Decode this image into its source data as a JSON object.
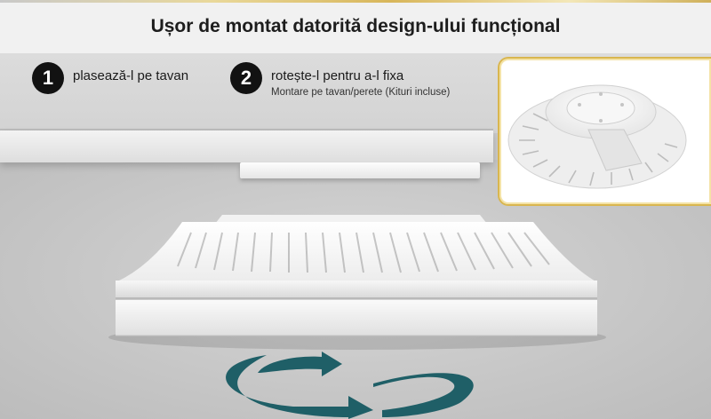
{
  "title": "Ușor de montat datorită design-ului funcțional",
  "steps": [
    {
      "number": "1",
      "label": "plasează-l pe tavan",
      "sub": ""
    },
    {
      "number": "2",
      "label": "rotește-l pentru a-l fixa",
      "sub": "Montare pe tavan/perete (Kituri incluse)"
    }
  ],
  "colors": {
    "accent_gold": "#d9b64f",
    "arrow_teal": "#1f5f67",
    "badge_black": "#121212"
  },
  "icons": {
    "rotation": "rotate-arrows-icon"
  }
}
